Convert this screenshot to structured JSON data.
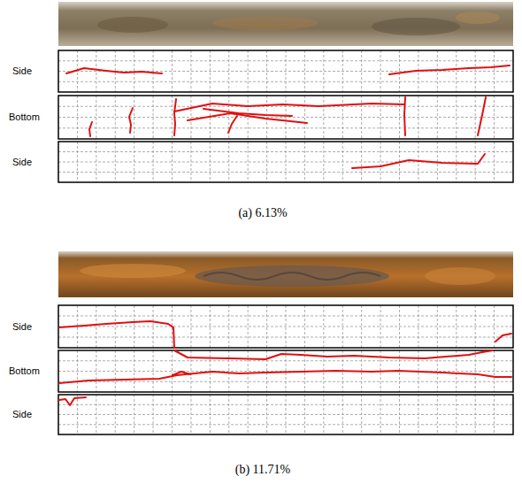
{
  "diagram": {
    "labels": [
      "Side",
      "Bottom",
      "Side",
      "(a) 6.13%",
      "Side",
      "Bottom",
      "Side",
      "(b) 11.71%"
    ]
  }
}
